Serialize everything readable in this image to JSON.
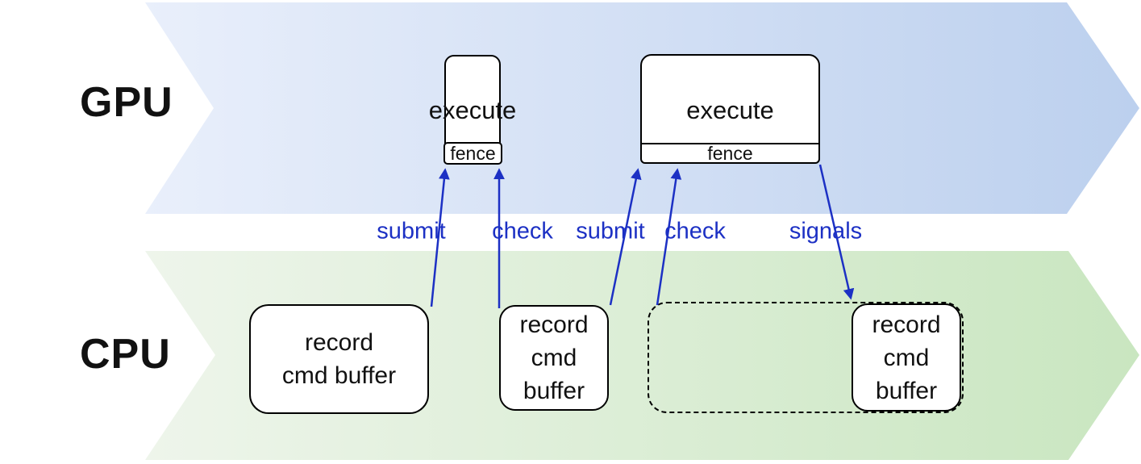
{
  "lanes": {
    "gpu": {
      "label": "GPU"
    },
    "cpu": {
      "label": "CPU"
    }
  },
  "gpu_boxes": {
    "execute1": {
      "label": "execute",
      "fence": "fence"
    },
    "execute2": {
      "label": "execute",
      "fence": "fence"
    }
  },
  "cpu_boxes": {
    "record1": {
      "label": "record\ncmd buffer"
    },
    "record2": {
      "label": "record\ncmd\nbuffer"
    },
    "record3": {
      "label": "record\ncmd\nbuffer"
    }
  },
  "arrow_labels": {
    "submit1": "submit",
    "check1": "check",
    "submit2": "submit",
    "check2": "check",
    "signals": "signals"
  },
  "colors": {
    "arrow_blue": "#1c30c4",
    "label_blue": "#1c30c4",
    "gpu_band_left": "#e9effb",
    "gpu_band_right": "#bcd0ee",
    "cpu_band_left": "#eef5eb",
    "cpu_band_right": "#c9e6c0",
    "box_border": "#000000",
    "box_fill": "#ffffff"
  }
}
